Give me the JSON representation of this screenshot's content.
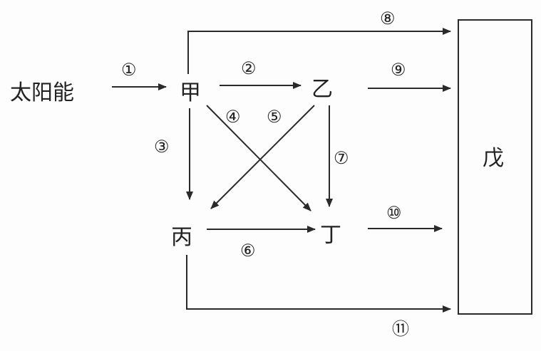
{
  "nodes": {
    "sun": "太阳能",
    "jia": "甲",
    "yi": "乙",
    "bing": "丙",
    "ding": "丁",
    "wu": "戊"
  },
  "labels": {
    "l1": "①",
    "l2": "②",
    "l3": "③",
    "l4": "④",
    "l5": "⑤",
    "l6": "⑥",
    "l7": "⑦",
    "l8": "⑧",
    "l9": "⑨",
    "l10": "⑩",
    "l11": "⑪"
  }
}
